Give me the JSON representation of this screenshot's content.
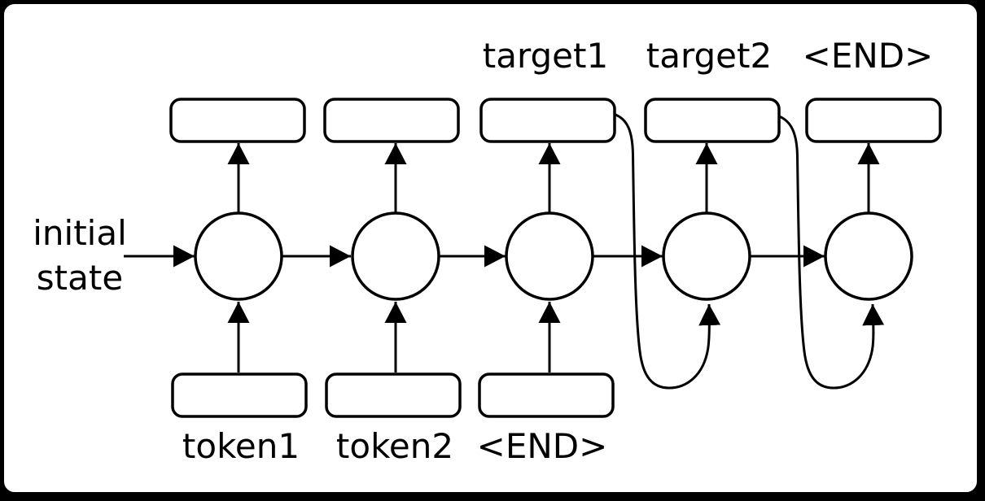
{
  "diagram": {
    "kind": "recurrent-neural-network-unrolled",
    "cell_count": 5,
    "output_box_count": 5,
    "input_box_count": 3,
    "colors": {
      "background": "#000000",
      "canvas": "#ffffff",
      "stroke": "#000000",
      "text": "#000000"
    }
  },
  "labels": {
    "initial_state": {
      "line1": "initial",
      "line2": "state"
    },
    "outputs": [
      {
        "text": "target1"
      },
      {
        "text": "target2"
      },
      {
        "text": "<END>"
      }
    ],
    "inputs": [
      {
        "text": "token1"
      },
      {
        "text": "token2"
      },
      {
        "text": "<END>"
      }
    ]
  }
}
